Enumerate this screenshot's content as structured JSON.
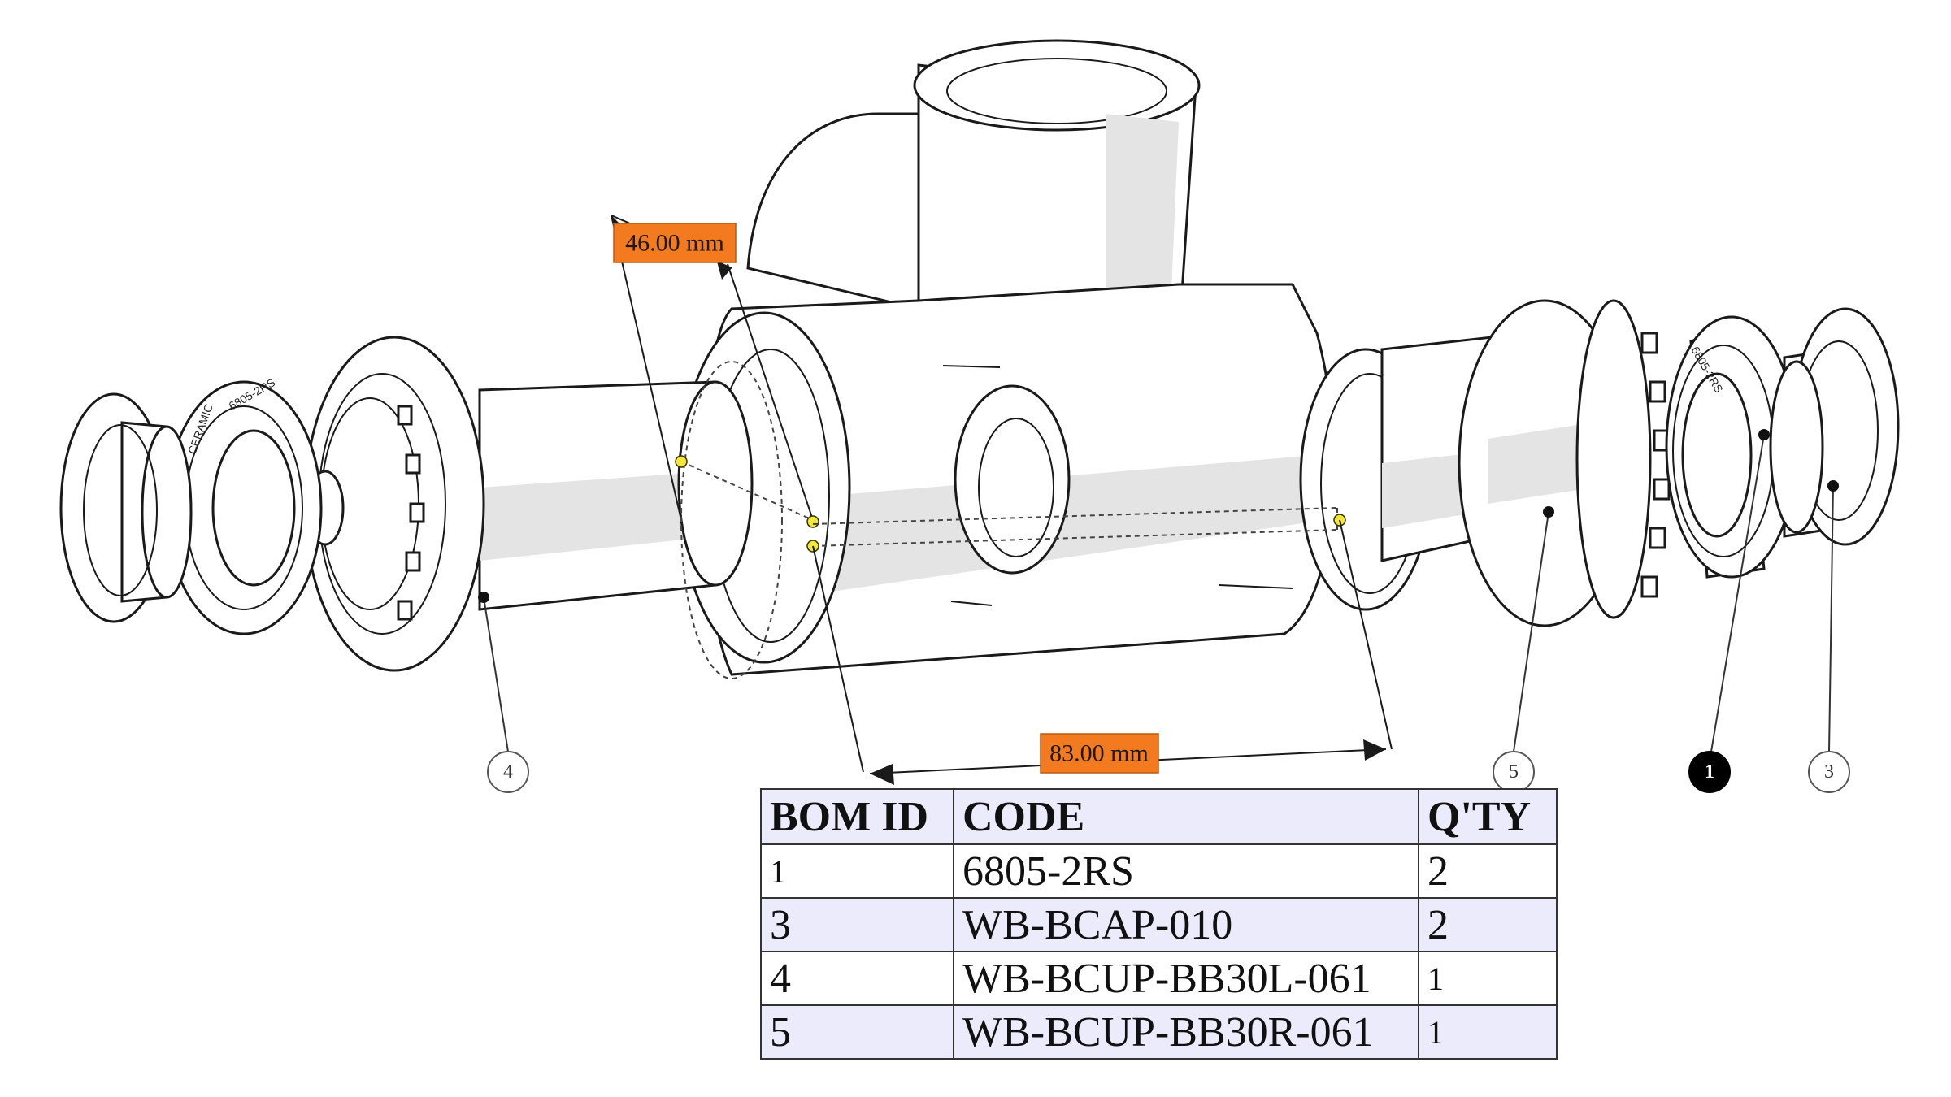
{
  "dimensions": [
    {
      "value": "46.00 mm"
    },
    {
      "value": "83.00 mm"
    }
  ],
  "balloons": [
    {
      "label": "4",
      "selected": false
    },
    {
      "label": "5",
      "selected": false
    },
    {
      "label": "1",
      "selected": true
    },
    {
      "label": "3",
      "selected": false
    }
  ],
  "bearing_markings": [
    "6805-2RS",
    "CERAMIC"
  ],
  "bom": {
    "headers": [
      "BOM ID",
      "CODE",
      "Q'TY"
    ],
    "rows": [
      {
        "id": "1",
        "code": "6805-2RS",
        "qty": "2"
      },
      {
        "id": "3",
        "code": "WB-BCAP-010",
        "qty": "2"
      },
      {
        "id": "4",
        "code": "WB-BCUP-BB30L-061",
        "qty": "1"
      },
      {
        "id": "5",
        "code": "WB-BCUP-BB30R-061",
        "qty": "1"
      }
    ]
  },
  "colors": {
    "dimension_label": "#f47a1f",
    "table_header_bg": "#ebebfb",
    "snap_point": "#f5e63a"
  }
}
